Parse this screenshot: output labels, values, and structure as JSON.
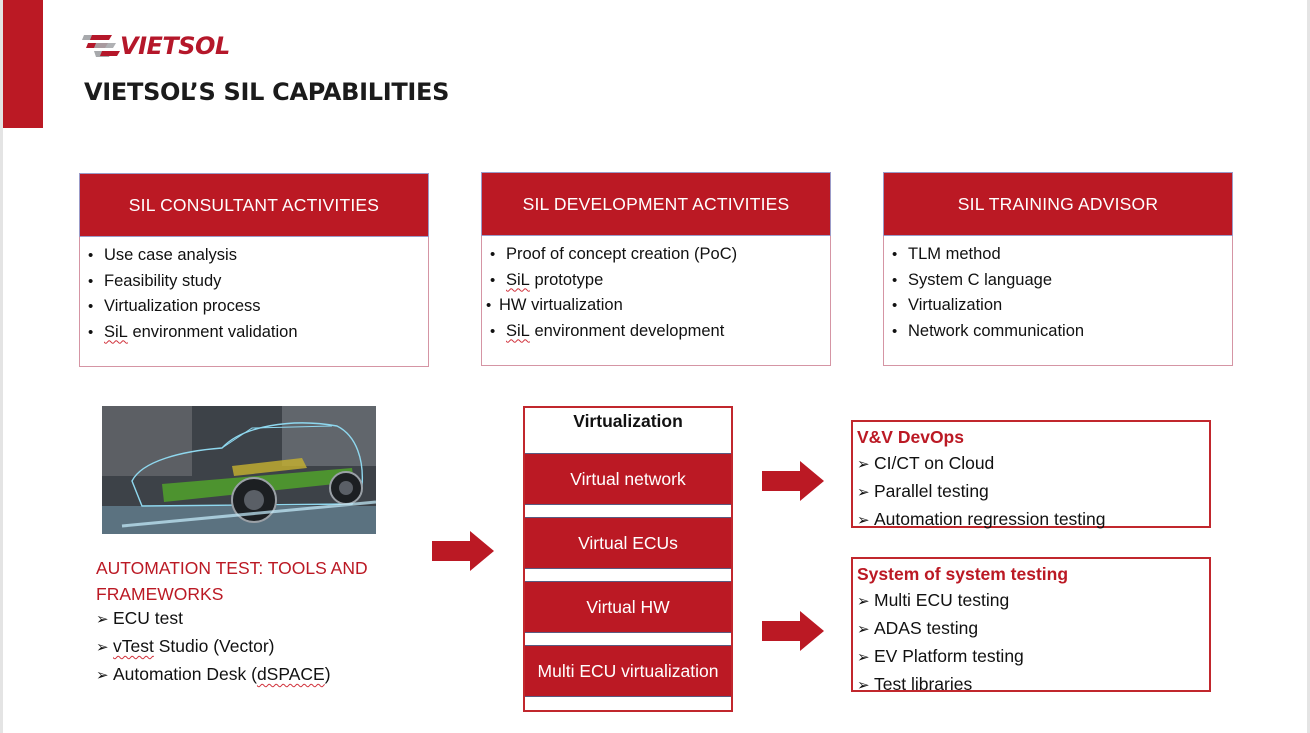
{
  "brand": {
    "logo_text": "VIETSOL",
    "accent_color": "#bb1924"
  },
  "page": {
    "title": "VIETSOL’S SIL CAPABILITIES"
  },
  "cards": [
    {
      "title": "SIL CONSULTANT ACTIVITIES",
      "items": [
        {
          "bullet": "•",
          "prefix": "",
          "text": "Use case analysis"
        },
        {
          "bullet": "•",
          "prefix": "",
          "text": "Feasibility study"
        },
        {
          "bullet": "•",
          "prefix": "",
          "text": "Virtualization process"
        },
        {
          "bullet": "•",
          "prefix": "SiL",
          "text": " environment validation"
        }
      ]
    },
    {
      "title": "SIL DEVELOPMENT ACTIVITIES",
      "items": [
        {
          "bullet": "•",
          "prefix": "",
          "text": "Proof of concept creation (PoC)"
        },
        {
          "bullet": "•",
          "prefix": "SiL",
          "text": " prototype"
        },
        {
          "bullet": "•",
          "prefix": "",
          "text": "HW virtualization"
        },
        {
          "bullet": "•",
          "prefix": "SiL",
          "text": " environment development"
        }
      ]
    },
    {
      "title": "SIL TRAINING ADVISOR",
      "items": [
        {
          "bullet": "•",
          "prefix": "",
          "text": "TLM method"
        },
        {
          "bullet": "•",
          "prefix": "",
          "text": "System C language"
        },
        {
          "bullet": "•",
          "prefix": "",
          "text": "Virtualization"
        },
        {
          "bullet": "•",
          "prefix": "",
          "text": "Network communication"
        }
      ]
    }
  ],
  "image": {
    "alt": "Virtual car with transparent body and EV battery platform"
  },
  "automation": {
    "title": "AUTOMATION TEST: TOOLS AND FRAMEWORKS",
    "bullet": "➢",
    "items": [
      {
        "prefix": "",
        "text": "ECU test"
      },
      {
        "prefix": "vTest",
        "text": " Studio (Vector)"
      },
      {
        "prefix": "",
        "text": "Automation Desk (",
        "suffix_squiggle": "dSPACE",
        "suffix": ")"
      }
    ]
  },
  "virtualization": {
    "title": "Virtualization",
    "layers": [
      "Virtual network",
      "Virtual ECUs",
      "Virtual HW",
      "Multi ECU virtualization"
    ]
  },
  "results": [
    {
      "title": "V&V DevOps",
      "bullet": "➢",
      "items": [
        "CI/CT on Cloud",
        "Parallel testing",
        "Automation regression testing"
      ]
    },
    {
      "title": "System of system testing",
      "bullet": "➢",
      "items": [
        "Multi ECU testing",
        "ADAS testing",
        "EV Platform testing",
        "Test libraries"
      ]
    }
  ],
  "icons": {
    "arrow": "right-arrow-icon",
    "bullet": "bullet-dot",
    "arrow_bullet": "arrowhead-bullet"
  }
}
